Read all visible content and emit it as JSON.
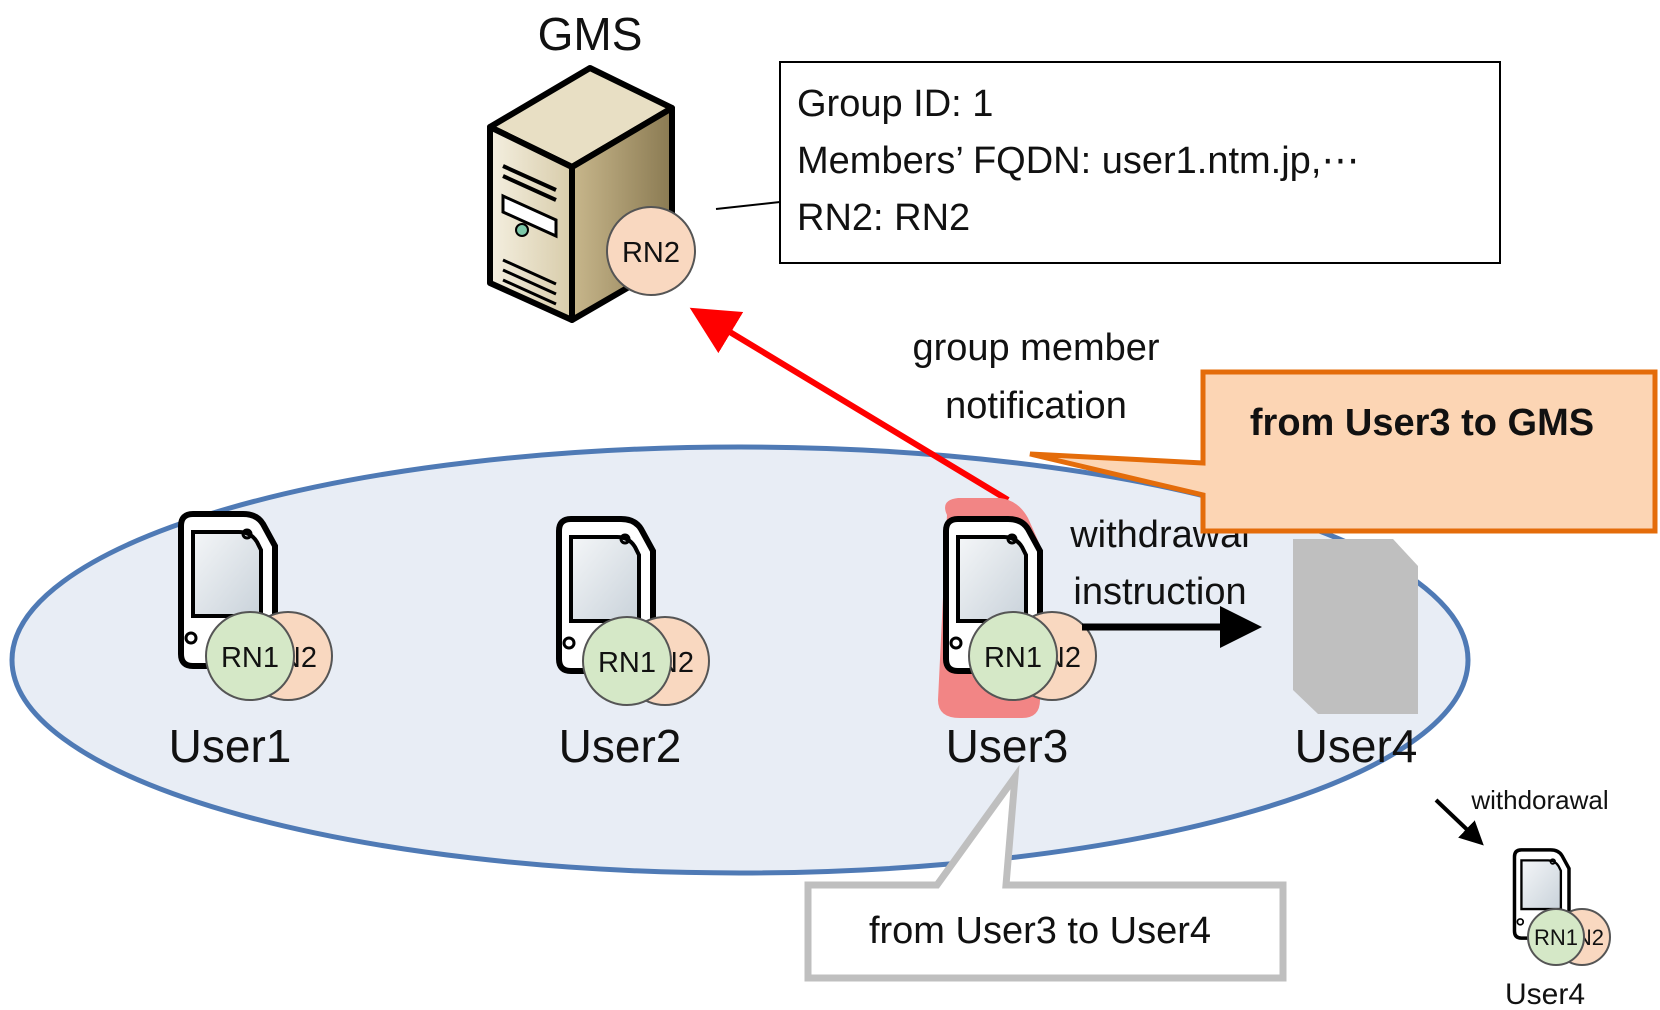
{
  "gms": {
    "title": "GMS",
    "badge": "RN2"
  },
  "info_box": {
    "line1": "Group ID: 1",
    "line2": "Members’ FQDN: user1.ntm.jp,⋯",
    "line3": "RN2: RN2"
  },
  "notification": {
    "line1": "group member",
    "line2": "notification",
    "color": "#ff0000"
  },
  "callout_gms": {
    "text": "from User3 to GMS",
    "fill": "#fcd5b4",
    "border": "#e46c0a"
  },
  "callout_user4": {
    "text": "from User3 to User4"
  },
  "instruction": {
    "line1": "withdrawal",
    "line2": "instruction"
  },
  "users": [
    {
      "label": "User1",
      "badge_front": "RN1",
      "badge_back": "RN2"
    },
    {
      "label": "User2",
      "badge_front": "RN1",
      "badge_back": "RN2"
    },
    {
      "label": "User3",
      "badge_front": "RN1",
      "badge_back": "RN2"
    },
    {
      "label": "User4"
    }
  ],
  "withdrawn": {
    "caption": "withdorawal",
    "label": "User4",
    "badge_front": "RN1",
    "badge_back": "RN2"
  },
  "colors": {
    "group_fill": "#e8edf5",
    "group_stroke": "#4f7ab5",
    "rn1_fill": "#d5e8c7",
    "rn2_fill": "#f9d8c0",
    "highlight": "#f28585",
    "ghost": "#bfbfbf"
  }
}
